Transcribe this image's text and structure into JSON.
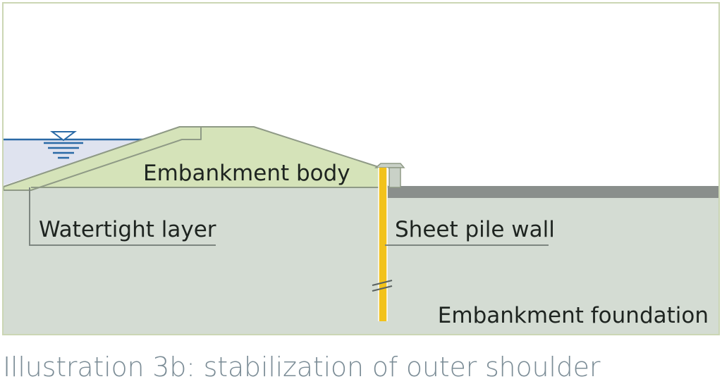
{
  "diagram": {
    "labels": {
      "embankment_body": "Embankment body",
      "watertight_layer": "Watertight layer",
      "sheet_pile_wall": "Sheet pile wall",
      "embankment_foundation": "Embankment foundation"
    },
    "colors": {
      "frame": "#cbd6b4",
      "water": "#dfe3ef",
      "water_line": "#2a6aa6",
      "embankment_body": "#d5e3b9",
      "embankment_outline": "#8f9a86",
      "foundation": "#d4dcd3",
      "paved_surface": "#8a8f8c",
      "sheet_pile": "#f2c21b",
      "leader_line": "#7d8680"
    },
    "icons": {
      "water_level": "water-level-triangle-icon"
    }
  },
  "caption": "Illustration 3b: stabilization of outer shoulder"
}
